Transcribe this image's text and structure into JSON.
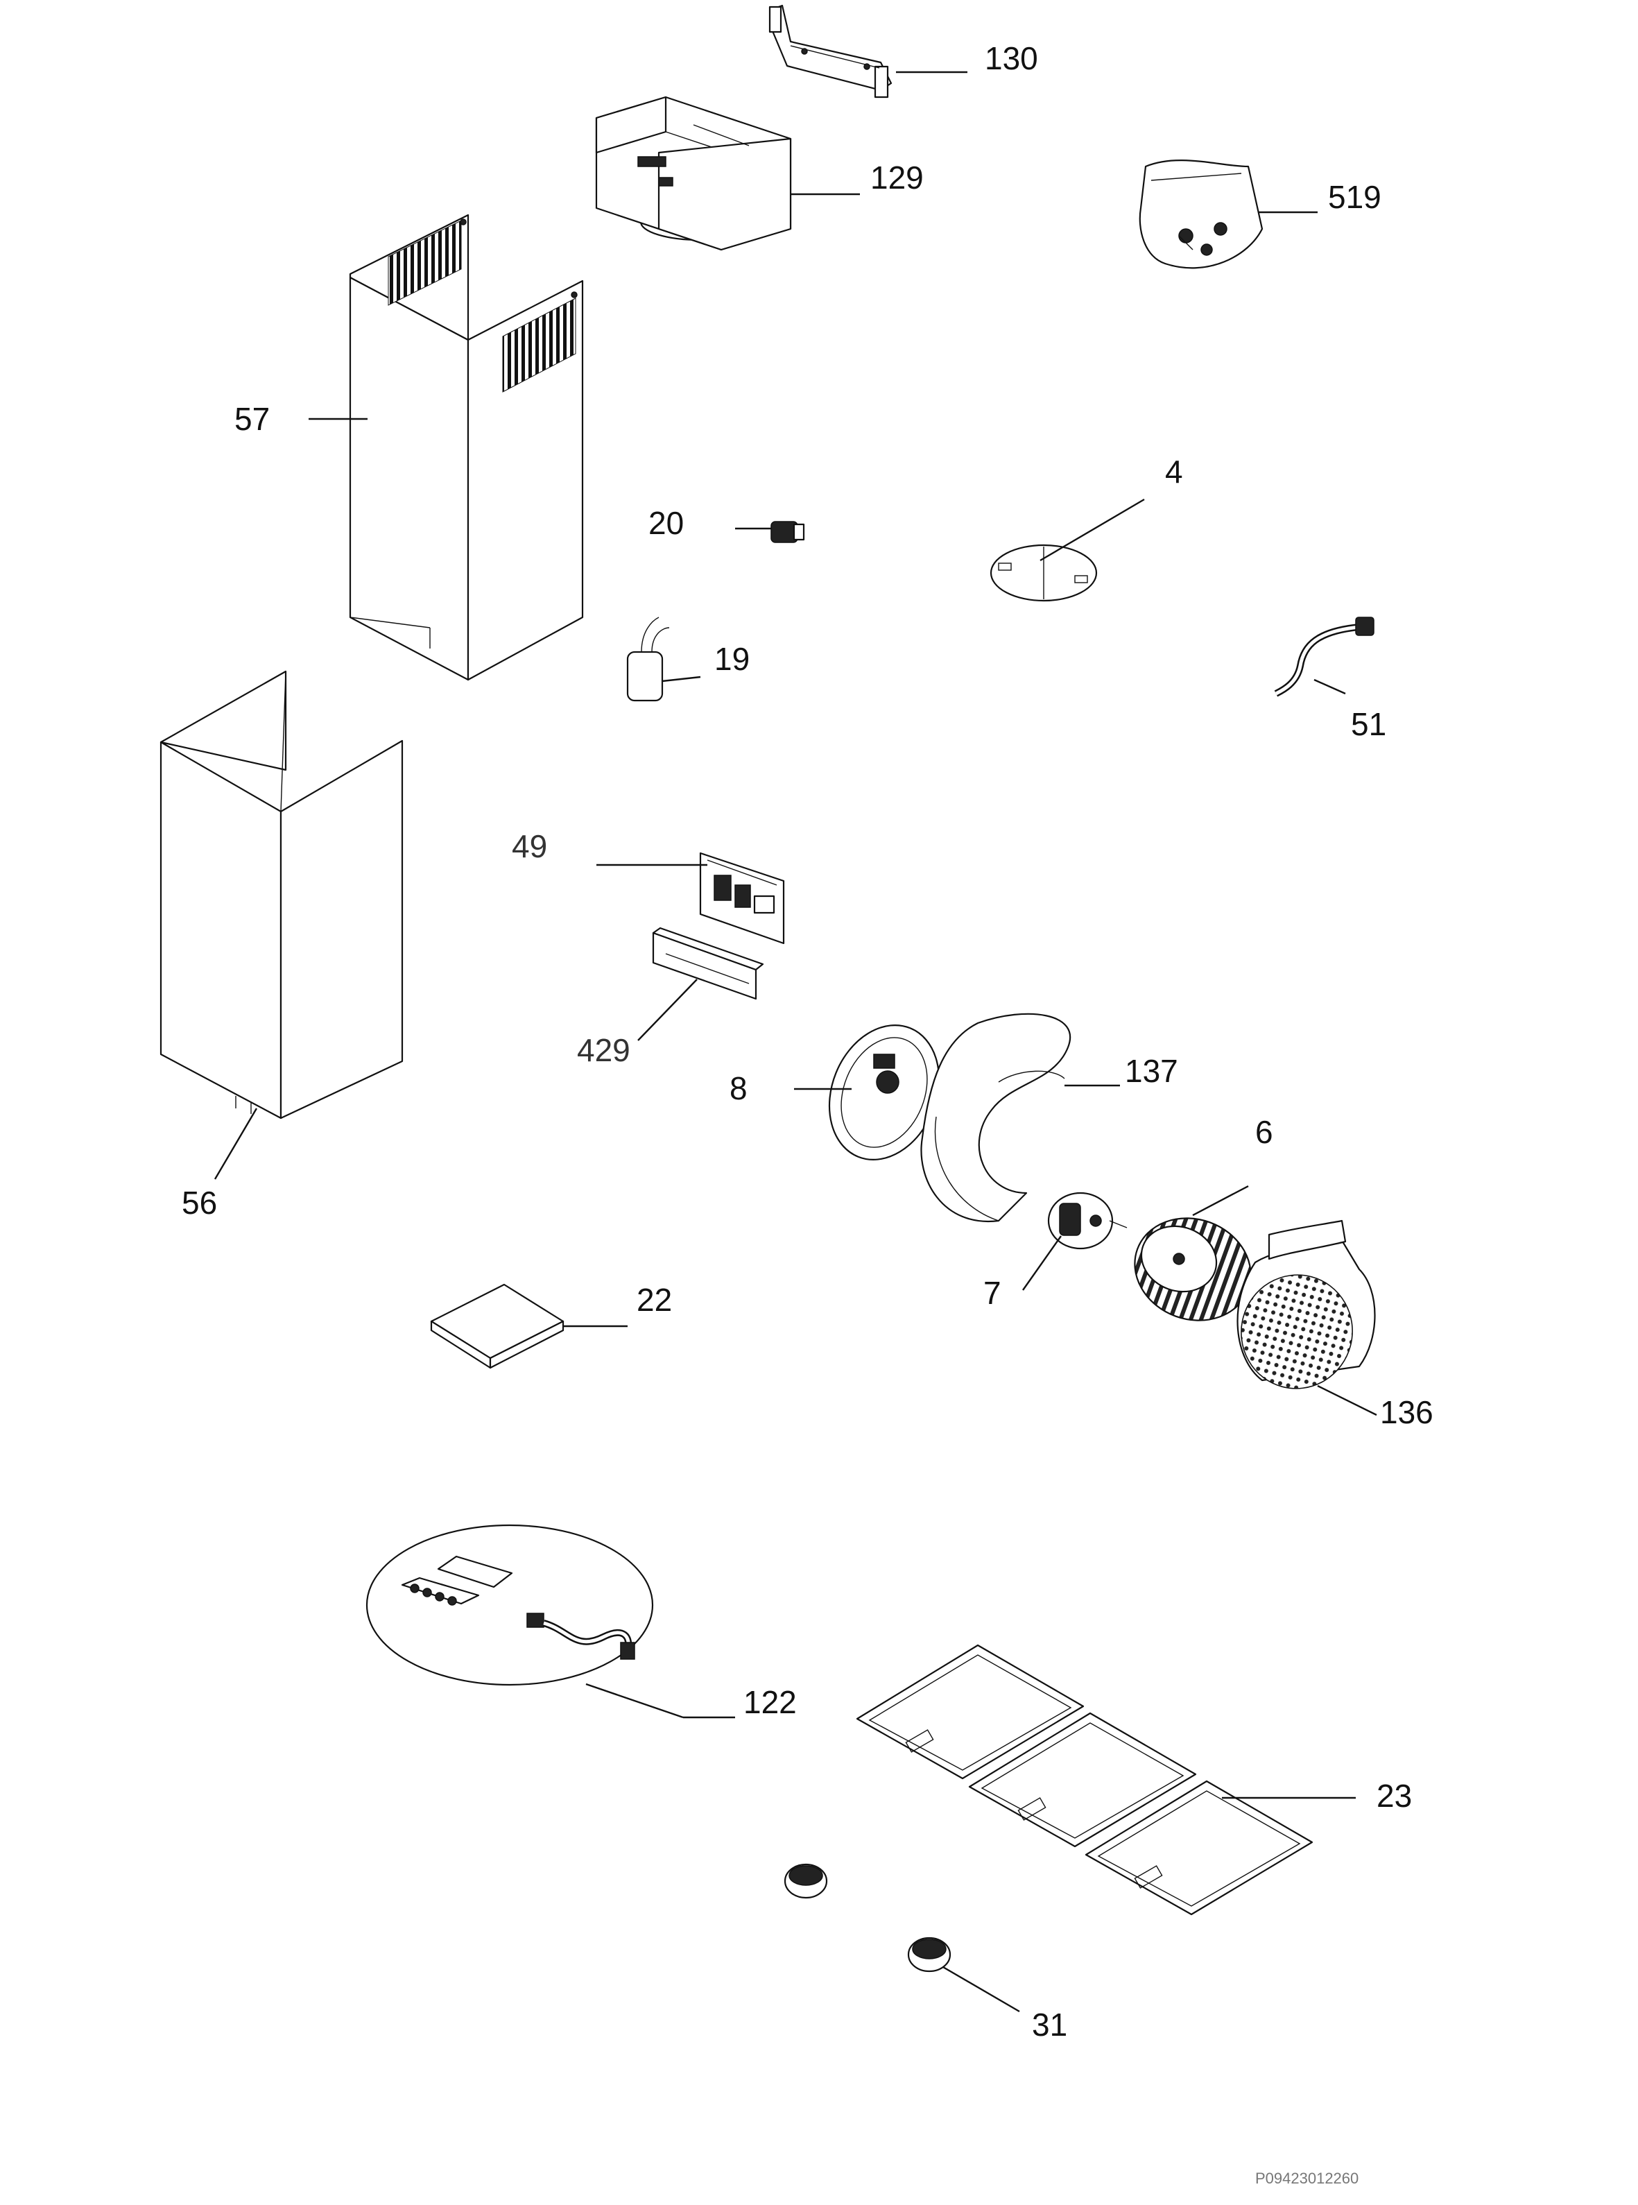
{
  "diagram": {
    "labels": {
      "p130": "130",
      "p129": "129",
      "p519": "519",
      "p57": "57",
      "p4": "4",
      "p20": "20",
      "p19": "19",
      "p51": "51",
      "p49": "49",
      "p429": "429",
      "p56": "56",
      "p8": "8",
      "p137": "137",
      "p6": "6",
      "p7": "7",
      "p22": "22",
      "p136": "136",
      "p122": "122",
      "p23": "23",
      "p31": "31"
    },
    "drawing_code": "P09423012260"
  }
}
